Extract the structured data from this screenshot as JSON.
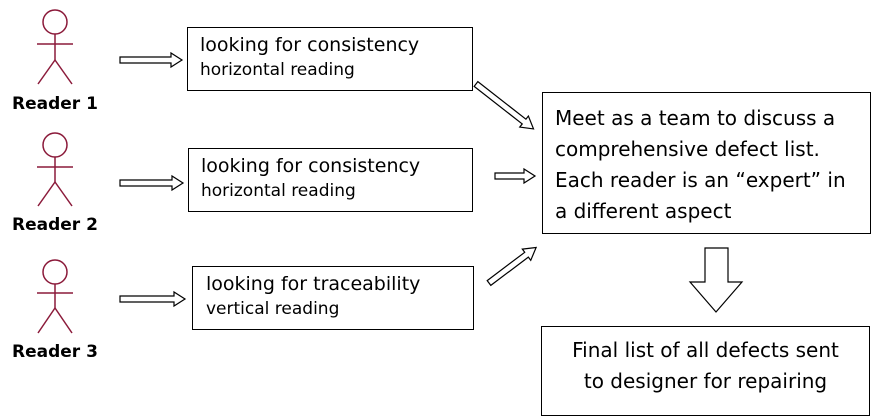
{
  "readers": [
    {
      "label": "Reader 1"
    },
    {
      "label": "Reader 2"
    },
    {
      "label": "Reader 3"
    }
  ],
  "reading_boxes": [
    {
      "line1": "looking for consistency",
      "line2": "horizontal reading"
    },
    {
      "line1": "looking for consistency",
      "line2": "horizontal reading"
    },
    {
      "line1": "looking for traceability",
      "line2": "vertical reading"
    }
  ],
  "team_box": {
    "lines": [
      "Meet as a team to discuss a",
      "comprehensive defect list.",
      "Each reader is an “expert” in",
      "a different aspect"
    ]
  },
  "final_box": {
    "lines": [
      "Final list of all defects sent",
      "to designer for repairing"
    ]
  },
  "colors": {
    "actor_stroke": "#8b1a3a",
    "line": "#000000"
  }
}
